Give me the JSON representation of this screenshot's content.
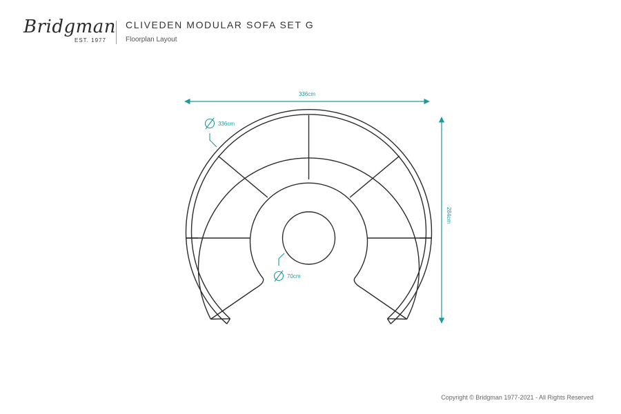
{
  "header": {
    "brand": "Bridgman",
    "est": "EST. 1977",
    "title": "CLIVEDEN MODULAR SOFA SET G",
    "subtitle": "Floorplan Layout"
  },
  "dimensions": {
    "width": "336cm",
    "height": "284cm",
    "outer_diameter": "336cm",
    "table_diameter": "70cm"
  },
  "footer": {
    "copyright": "Copyright © Bridgman 1977-2021 - All Rights Reserved"
  },
  "colors": {
    "dimension": "#1e9a9d",
    "outline": "#2b2b2b"
  }
}
